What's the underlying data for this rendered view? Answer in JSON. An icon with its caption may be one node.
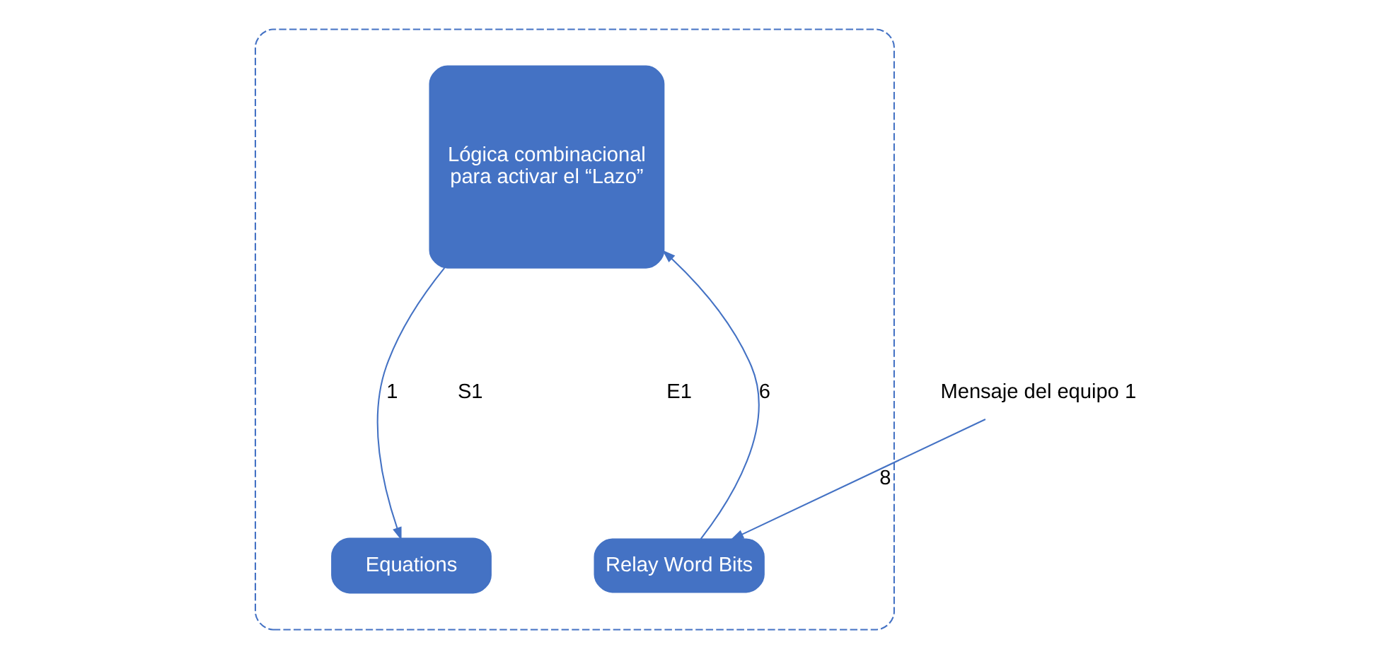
{
  "diagram": {
    "nodes": [
      {
        "text": [],
        "shape": "box"
      },
      {
        "text": [
          "Mensaje del equipo 1"
        ]
      },
      {
        "text": [
          "Lógica combinacional para activar el “Lazo”"
        ],
        "in": 0
      },
      {
        "text": [
          "Relay Word Bits"
        ],
        "in": 0
      },
      {
        "text": [
          "Equations"
        ],
        "in": 0
      }
    ],
    "edges": [
      {
        "from": 1,
        "to": 3,
        "arrow": "to",
        "label": "8"
      },
      {
        "from": 3,
        "to": 2,
        "arrow": "to",
        "label": "6"
      },
      {
        "from": 2,
        "to": 4,
        "arrow": "to",
        "label": "1"
      }
    ],
    "labels": [
      "E1",
      "S1"
    ]
  }
}
